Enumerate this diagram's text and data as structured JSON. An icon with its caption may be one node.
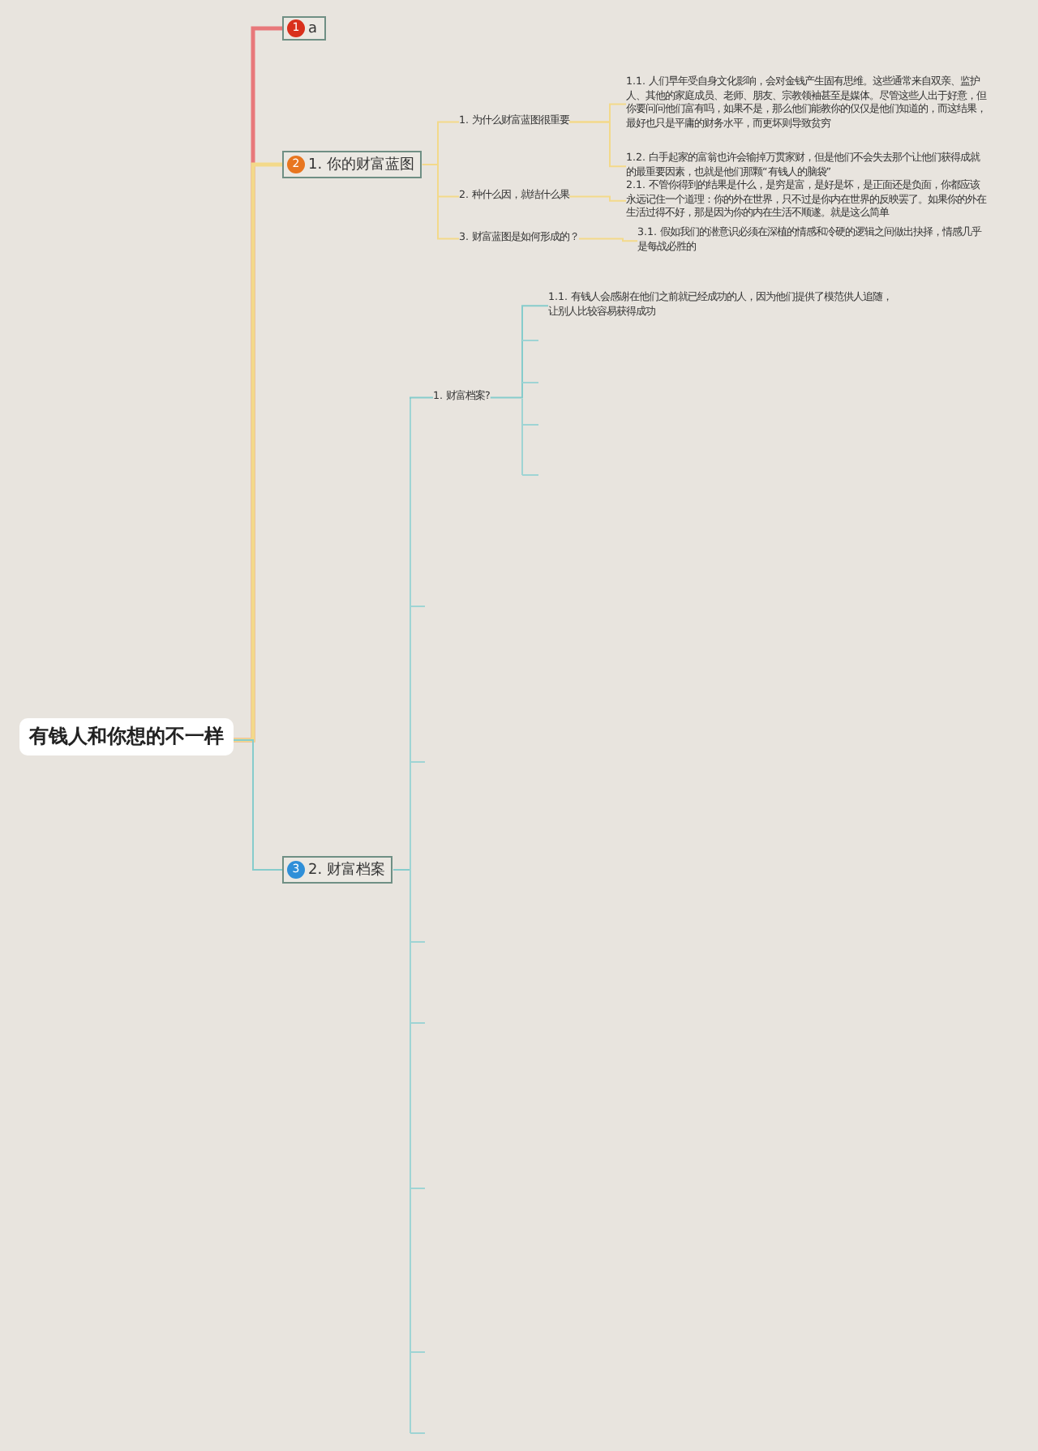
{
  "diagram": {
    "nodes": [
      {
        "text": [
          "有钱人和你想的不一样"
        ]
      },
      {
        "text": [
          "1",
          "a"
        ]
      },
      {
        "text": [
          "2",
          "1. 你的财富蓝图"
        ]
      },
      {
        "text": [
          "3",
          "2. 财富档案"
        ]
      },
      {
        "text": [
          "1. 为什么财富蓝图很重要"
        ]
      },
      {
        "text": [
          "1.1. 人们早年受自身文化影响，会对金钱产生固有思维。这些通常来自双亲、监护人、其他的家庭成员、老师、朋友、宗教领袖甚至是媒体。尽管这些人出于好意，但你要问问他们富有吗，如果不是，那么他们能教你的仅仅是他们知道的，而这结果，最好也只是平庸的财务水平，而更坏则导致贫穷"
        ]
      },
      {
        "text": [
          "1.2. 白手起家的富翁也许会输掉万贯家财，但是他们不会失去那个让他们获得成就的最重要因素，也就是他们那颗“有钱人的脑袋”"
        ]
      },
      {
        "text": [
          "2. 种什么因，就结什么果"
        ]
      },
      {
        "text": [
          "2.1. 不管你得到的结果是什么，是穷是富，是好是坏，是正面还是负面，你都应该永远记住一个道理：你的外在世界，只不过是你内在世界的反映罢了。如果你的外在生活过得不好，那是因为你的内在生活不顺遂。就是这么简单"
        ]
      },
      {
        "text": [
          "3. 财富蓝图是如何形成的？"
        ]
      },
      {
        "text": [
          "3.1. 假如我们的潜意识必须在深植的情感和冷硬的逻辑之间做出抉择，情感几乎是每战必胜的"
        ]
      },
      {
        "text": [
          "1. 财富档案?"
        ]
      },
      {
        "text": [
          "1.1. 有钱人会感谢在他们之前就已经成功的人，因为他们提供了模范供人追随，让别人比较容易获得成功"
        ]
      }
    ],
    "edges": [
      {
        "from": 0,
        "to": 1,
        "arrow": "none",
        "style": "thick",
        "color": "#e8787a"
      },
      {
        "from": 0,
        "to": 2,
        "arrow": "none",
        "style": "thick"
      },
      {
        "from": 0,
        "to": 3,
        "arrow": "none",
        "color": "#86cccc"
      },
      {
        "from": 2,
        "to": 4,
        "arrow": "none"
      },
      {
        "from": 2,
        "to": 7,
        "arrow": "none"
      },
      {
        "from": 2,
        "to": 9,
        "arrow": "none"
      },
      {
        "from": 4,
        "to": 5,
        "arrow": "none"
      },
      {
        "from": 4,
        "to": 6,
        "arrow": "none"
      },
      {
        "from": 7,
        "to": 8,
        "arrow": "none"
      },
      {
        "from": 9,
        "to": 10,
        "arrow": "none"
      },
      {
        "from": 3,
        "to": 11,
        "arrow": "none",
        "color": "#86cccc"
      },
      {
        "from": 11,
        "to": 12,
        "arrow": "none",
        "color": "#86cccc"
      }
    ]
  }
}
